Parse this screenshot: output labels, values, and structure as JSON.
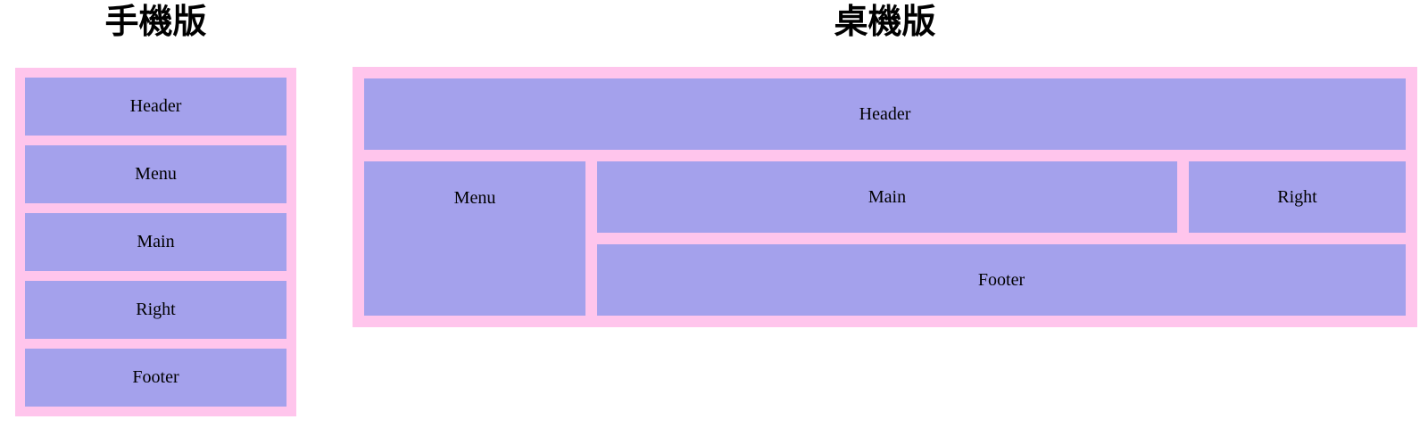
{
  "colors": {
    "page_background": "#ffffff",
    "container_pink": "#ffc5ec",
    "box_purple": "#a4a1ec",
    "title_text": "#000000",
    "label_text": "#000000"
  },
  "mobile": {
    "title": "手機版",
    "boxes": [
      "Header",
      "Menu",
      "Main",
      "Right",
      "Footer"
    ]
  },
  "desktop": {
    "title": "桌機版",
    "header_label": "Header",
    "menu_label": "Menu",
    "main_label": "Main",
    "right_label": "Right",
    "footer_label": "Footer"
  }
}
